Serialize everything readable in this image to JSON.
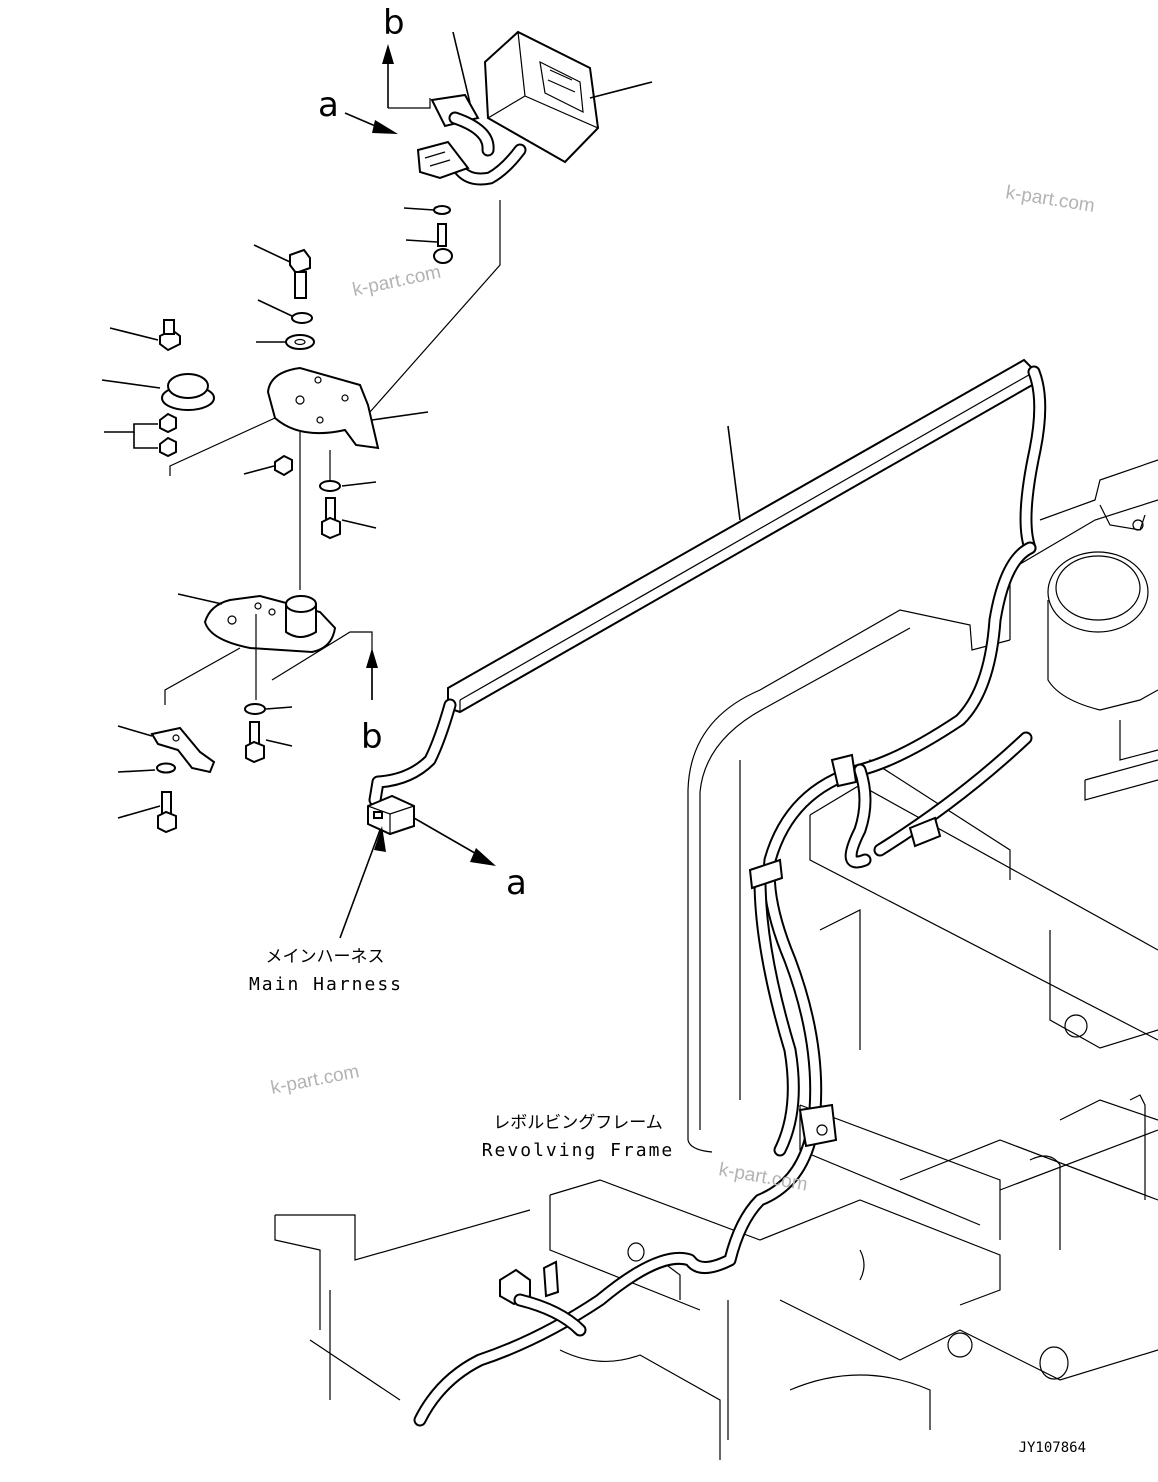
{
  "letters": {
    "a": "a",
    "b": "b"
  },
  "main_harness": {
    "jp": "メインハーネス",
    "en": "Main Harness"
  },
  "revolving_frame": {
    "jp": "レボルビングフレーム",
    "en": "Revolving Frame"
  },
  "watermark": "k-part.com",
  "drawing_code": "JY107864"
}
